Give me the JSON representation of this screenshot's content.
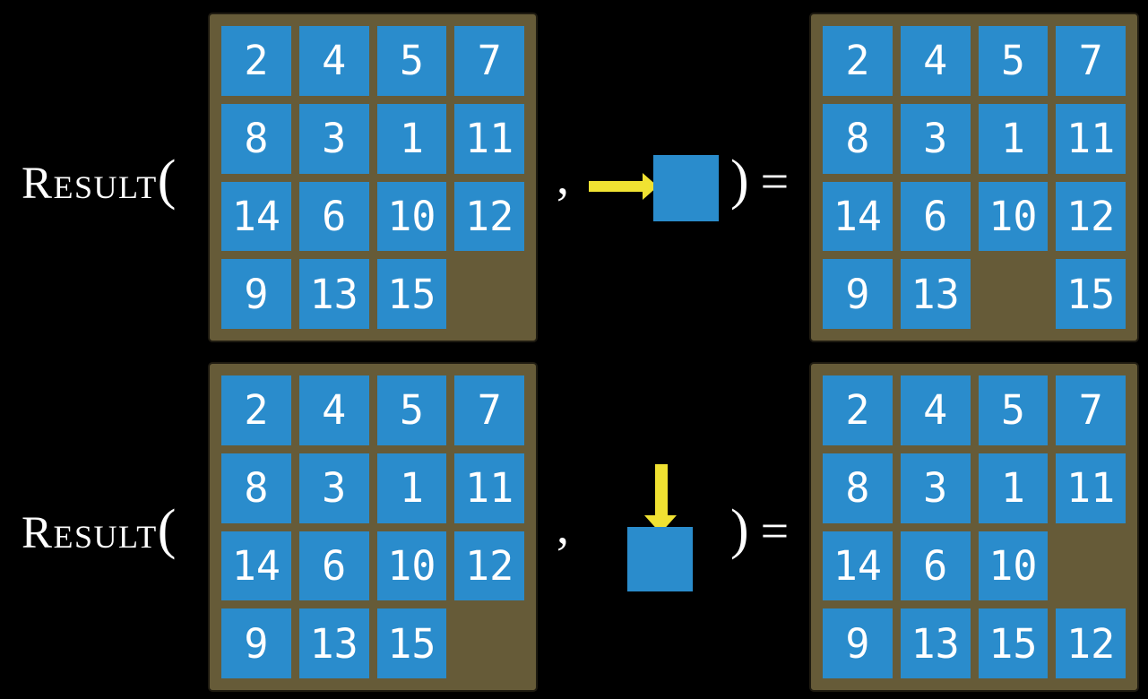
{
  "figure": {
    "function_name": "Result",
    "open_paren": "(",
    "comma": ",",
    "close_paren": ")",
    "equals": "="
  },
  "colors": {
    "background": "#000000",
    "frame_brown": "#665b38",
    "tile_blue": "#2a8ccc",
    "arrow_yellow": "#f0e232",
    "text_white": "#ffffff"
  },
  "examples": [
    {
      "action_direction": "right",
      "action_icon": "arrow-right-icon",
      "input_grid": [
        [
          "2",
          "4",
          "5",
          "7"
        ],
        [
          "8",
          "3",
          "1",
          "11"
        ],
        [
          "14",
          "6",
          "10",
          "12"
        ],
        [
          "9",
          "13",
          "15",
          null
        ]
      ],
      "output_grid": [
        [
          "2",
          "4",
          "5",
          "7"
        ],
        [
          "8",
          "3",
          "1",
          "11"
        ],
        [
          "14",
          "6",
          "10",
          "12"
        ],
        [
          "9",
          "13",
          null,
          "15"
        ]
      ]
    },
    {
      "action_direction": "down",
      "action_icon": "arrow-down-icon",
      "input_grid": [
        [
          "2",
          "4",
          "5",
          "7"
        ],
        [
          "8",
          "3",
          "1",
          "11"
        ],
        [
          "14",
          "6",
          "10",
          "12"
        ],
        [
          "9",
          "13",
          "15",
          null
        ]
      ],
      "output_grid": [
        [
          "2",
          "4",
          "5",
          "7"
        ],
        [
          "8",
          "3",
          "1",
          "11"
        ],
        [
          "14",
          "6",
          "10",
          null
        ],
        [
          "9",
          "13",
          "15",
          "12"
        ]
      ]
    }
  ]
}
